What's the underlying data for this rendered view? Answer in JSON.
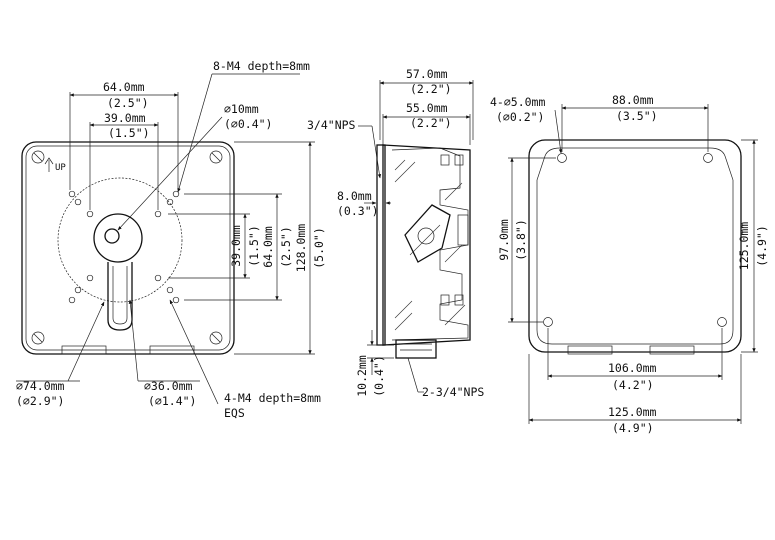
{
  "front_view": {
    "holes_label": "8-M4 depth=8mm",
    "w64": "64.0mm",
    "w64_in": "(2.5\")",
    "w39": "39.0mm",
    "w39_in": "(1.5\")",
    "d10": "∅10mm",
    "d10_in": "(∅0.4\")",
    "h39": "39.0mm",
    "h39_in": "(1.5\")",
    "h64": "64.0mm",
    "h64_in": "(2.5\")",
    "h128": "128.0mm",
    "h128_in": "(5.0\")",
    "up_label": "UP",
    "d74": "∅74.0mm",
    "d74_in": "(∅2.9\")",
    "d36": "∅36.0mm",
    "d36_in": "(∅1.4\")",
    "bottom_holes_label": "4-M4 depth=8mm",
    "eqs_label": "EQS"
  },
  "side_view": {
    "w57": "57.0mm",
    "w57_in": "(2.2\")",
    "w55": "55.0mm",
    "w55_in": "(2.2\")",
    "nps_label": "3/4\"NPS",
    "d8": "8.0mm",
    "d8_in": "(0.3\")",
    "h10": "10.2mm",
    "h10_in": "(0.4\")",
    "nps2_label": "2-3/4\"NPS"
  },
  "back_view": {
    "holes_label": "4-∅5.0mm",
    "holes_label_in": "(∅0.2\")",
    "w88": "88.0mm",
    "w88_in": "(3.5\")",
    "h97": "97.0mm",
    "h97_in": "(3.8\")",
    "h125": "125.0mm",
    "h125_in": "(4.9\")",
    "w106": "106.0mm",
    "w106_in": "(4.2\")",
    "w125": "125.0mm",
    "w125_in": "(4.9\")"
  }
}
